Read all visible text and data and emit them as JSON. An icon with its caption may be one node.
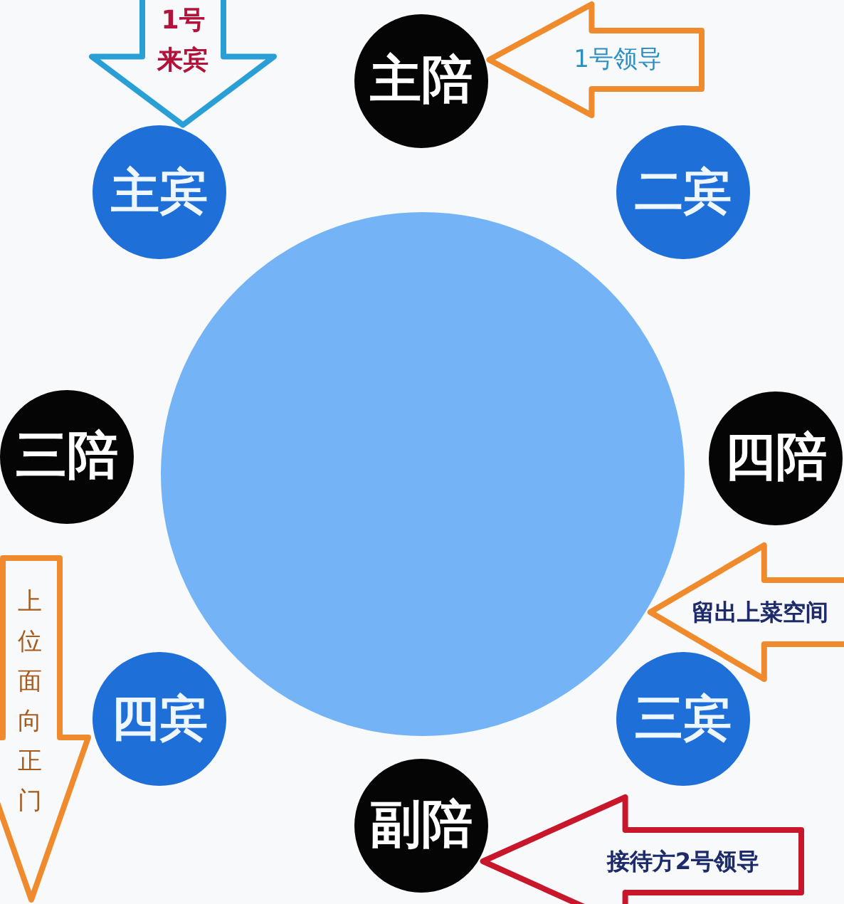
{
  "diagram": {
    "nodes": [
      {
        "text": [
          "主陪"
        ]
      },
      {
        "text": [
          "主宾"
        ]
      },
      {
        "text": [
          "二宾"
        ]
      },
      {
        "text": [],
        "shape": "circle"
      },
      {
        "text": [
          "三陪"
        ]
      },
      {
        "text": [
          "四陪"
        ]
      },
      {
        "text": [
          "四宾"
        ]
      },
      {
        "text": [
          "三宾"
        ]
      },
      {
        "text": [
          "副陪"
        ]
      }
    ],
    "edges": [
      {
        "from": null,
        "to": 1,
        "arrow": "to",
        "label": "1号来宾",
        "color": "#2a9fd6"
      },
      {
        "from": null,
        "to": 0,
        "arrow": "to",
        "label": "1号领导",
        "color": "#ef8b2c"
      },
      {
        "from": null,
        "to": 3,
        "arrow": "to",
        "label": "留出上菜空间",
        "color": "#ef8b2c"
      },
      {
        "from": null,
        "to": 8,
        "arrow": "to",
        "label": "接待方2号领导",
        "color": "#c8162b"
      }
    ],
    "labels": [
      "上位面向正门"
    ]
  }
}
